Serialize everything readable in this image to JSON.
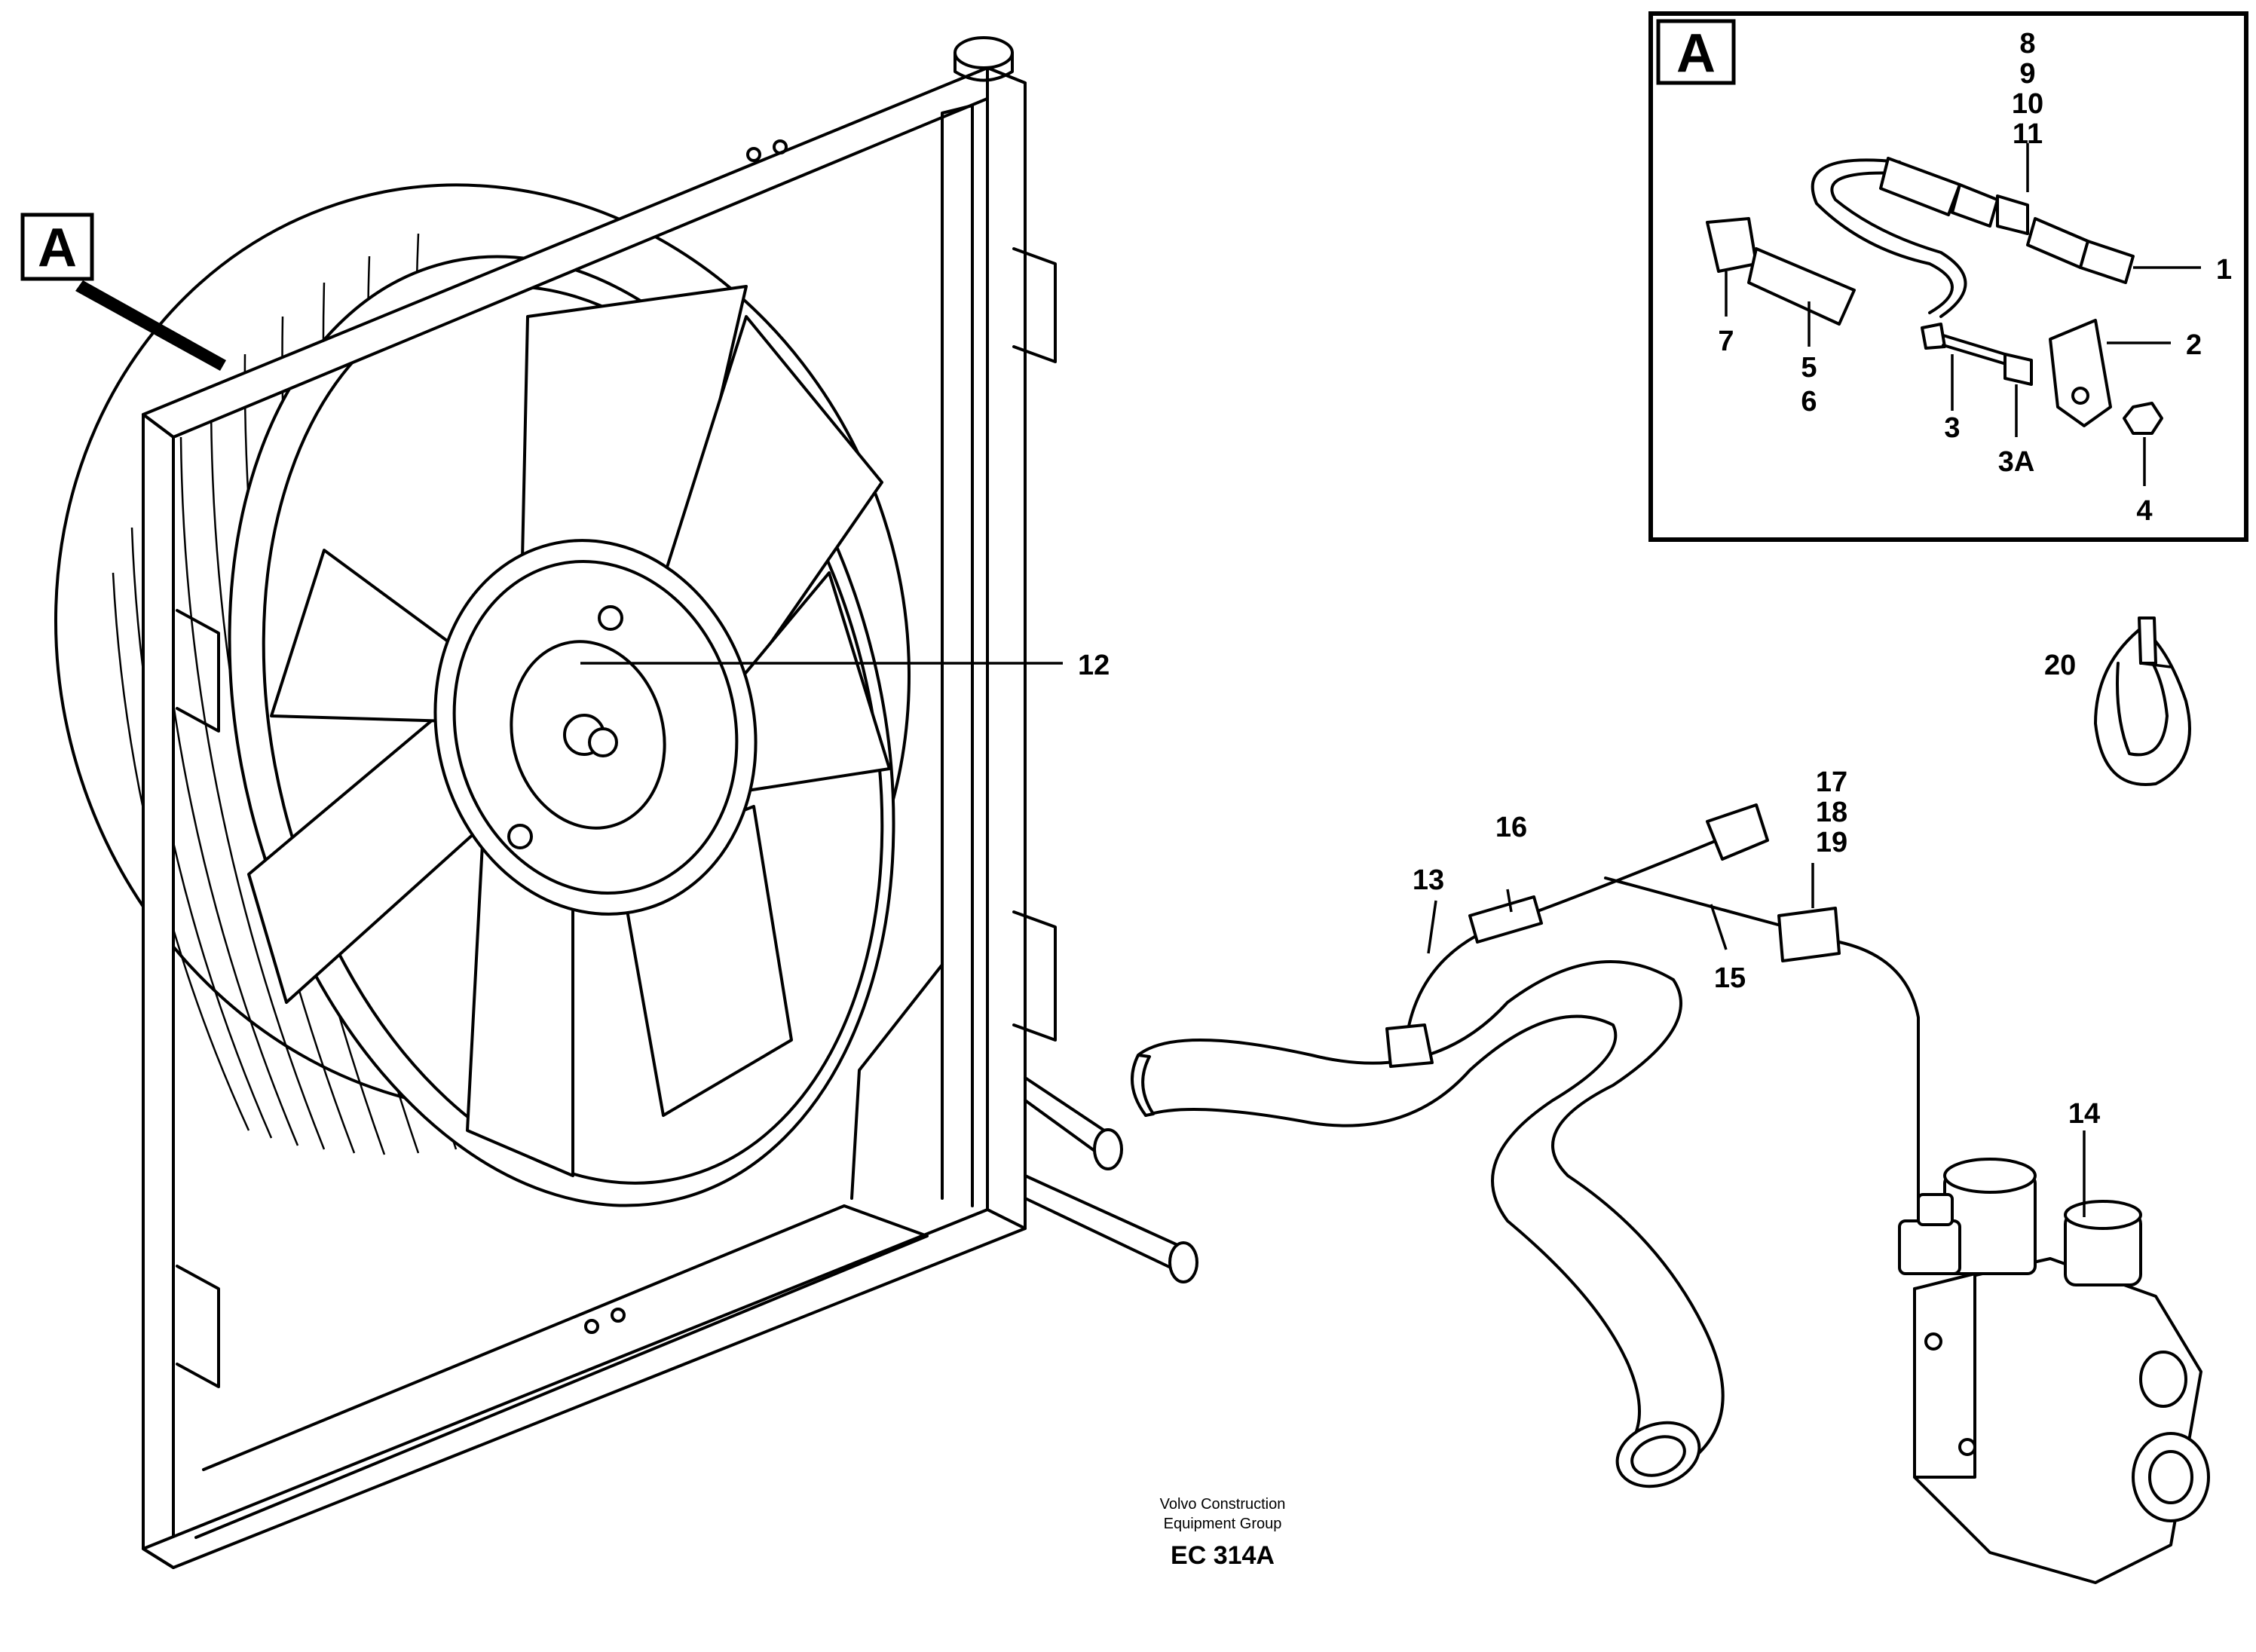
{
  "detail_view": {
    "marker": "A",
    "callouts": {
      "c8": "8",
      "c9": "9",
      "c10": "10",
      "c11": "11",
      "c1": "1",
      "c2": "2",
      "c3": "3",
      "c3a": "3A",
      "c4": "4",
      "c5": "5",
      "c6": "6",
      "c7": "7"
    }
  },
  "main_view": {
    "marker": "A",
    "callouts": {
      "c12": "12",
      "c13": "13",
      "c14": "14",
      "c15": "15",
      "c16": "16",
      "c17": "17",
      "c18": "18",
      "c19": "19",
      "c20": "20"
    }
  },
  "footer": {
    "line1": "Volvo Construction",
    "line2": "Equipment Group",
    "code": "EC 314A"
  }
}
